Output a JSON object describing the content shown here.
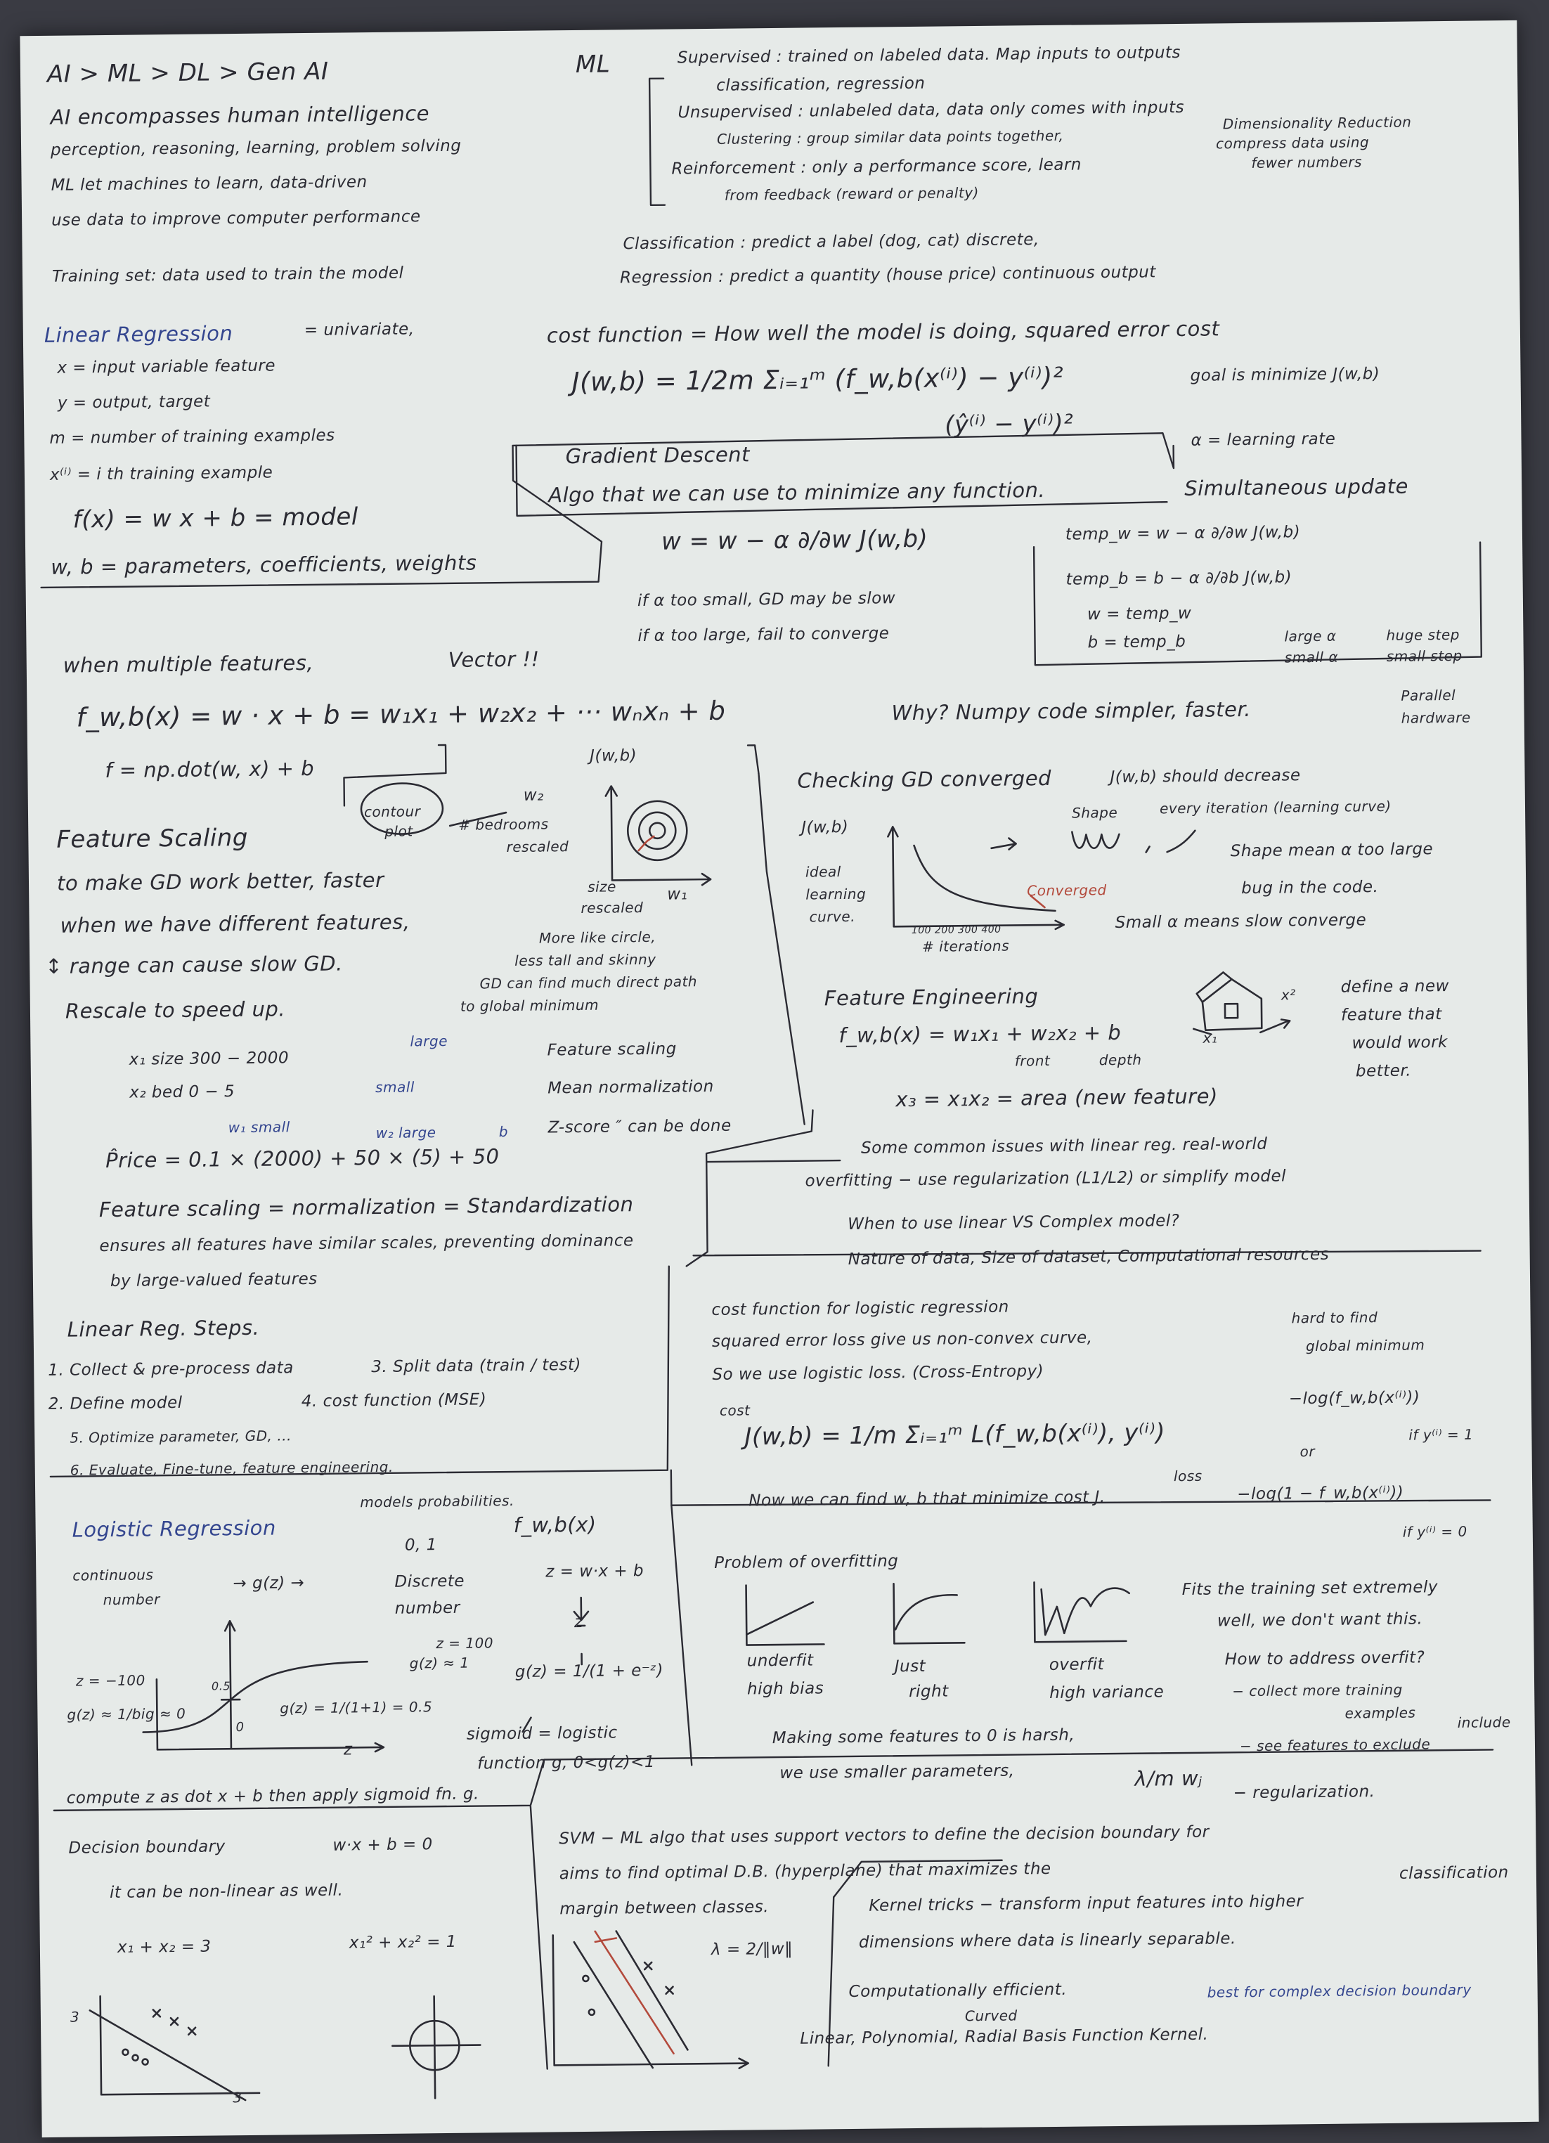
{
  "sections": {
    "intro": {
      "title": "AI > ML > DL > Gen AI",
      "line1": "AI encompasses human intelligence",
      "line2": "perception, reasoning, learning, problem solving",
      "line3": "ML let machines to learn, data-driven",
      "line4": "use data to improve computer performance",
      "line5": "Training set: data used to train the model"
    },
    "ml_types": {
      "heading": "ML",
      "supervised": "Supervised : trained on labeled data. Map inputs to outputs",
      "supervised_sub": "classification, regression",
      "unsupervised": "Unsupervised : unlabeled data, data only comes with inputs",
      "clustering": "Clustering : group similar data points together,",
      "dim_red_1": "Dimensionality Reduction",
      "dim_red_2": "compress data using",
      "dim_red_3": "fewer numbers",
      "reinforcement": "Reinforcement : only a performance score, learn",
      "reinforcement_sub": "from feedback (reward or penalty)",
      "classification": "Classification : predict a label (dog, cat) discrete,",
      "regression": "Regression : predict a quantity (house price) continuous output"
    },
    "linear_regression": {
      "title": "Linear Regression",
      "univariate": "= univariate,",
      "x_def": "x = input variable feature",
      "y_def": "y = output, target",
      "m_def": "m = number of training examples",
      "xi_def": "x⁽ⁱ⁾ = i th training example",
      "model": "f(x) = w x + b = model",
      "params": "w, b = parameters, coefficients, weights"
    },
    "cost": {
      "line1": "cost function = How well the model is doing, squared error cost",
      "formula": "J(w,b) = 1/2m Σᵢ₌₁ᵐ (f_w,b(x⁽ⁱ⁾) − y⁽ⁱ⁾)²",
      "goal": "goal is minimize J(w,b)",
      "alt": "(ŷ⁽ⁱ⁾ − y⁽ⁱ⁾)²"
    },
    "gradient_descent": {
      "title": "Gradient Descent",
      "line1": "Algo that we can use to minimize any function.",
      "simultaneous": "Simultaneous update",
      "alpha_def": "α = learning rate",
      "update": "w = w − α ∂/∂w J(w,b)",
      "tmp_w": "temp_w = w − α ∂/∂w J(w,b)",
      "tmp_b": "temp_b = b − α ∂/∂b J(w,b)",
      "assign_w": "w = temp_w",
      "assign_b": "b = temp_b",
      "large_a": "large α",
      "small_a": "small α",
      "huge_step": "huge step",
      "small_step": "small step",
      "too_small": "if α too small, GD may be slow",
      "too_large": "if α too large, fail to converge"
    },
    "multiple": {
      "line1": "when multiple features,",
      "vector": "Vector !!",
      "formula": "f_w,b(x) = w · x + b = w₁x₁ + w₂x₂ + ··· wₙxₙ + b",
      "why": "Why? Numpy code simpler, faster.",
      "parallel_1": "Parallel",
      "parallel_2": "hardware",
      "numpy": "f = np.dot(w, x) + b"
    },
    "contour": {
      "j_label": "J(w,b)",
      "w2": "w₂",
      "contour_1": "contour",
      "contour_2": "plot",
      "bedrooms_1": "# bedrooms",
      "bedrooms_2": "rescaled",
      "size_1": "size",
      "size_2": "rescaled",
      "w1": "w₁",
      "more_1": "More like circle,",
      "more_2": "less tall and skinny",
      "more_3": "GD can find much direct path",
      "more_4": "to global minimum"
    },
    "feature_scaling": {
      "title": "Feature Scaling",
      "line1": "to make GD work better, faster",
      "line2": "when we have different features,",
      "line3": "↕ range can cause slow GD.",
      "line4": "Rescale to speed up.",
      "x1": "x₁ size 300 − 2000",
      "large": "large",
      "x2": "x₂ bed 0 − 5",
      "small": "small",
      "fs2": "Feature scaling",
      "mean_norm": "Mean normalization",
      "zscore": "Z-score  ″  can be done",
      "w1_small": "w₁ small",
      "w2_large": "w₂ large",
      "b": "b",
      "price": "P̂rice = 0.1 × (2000) + 50 × (5) + 50",
      "norm": "Feature scaling = normalization = Standardization",
      "ensures": "ensures all features have similar scales, preventing dominance",
      "by": "by large-valued features"
    },
    "converged": {
      "title": "Checking GD converged",
      "should": "J(w,b) should decrease",
      "every": "every iteration (learning curve)",
      "jlabel": "J(w,b)",
      "ideal_1": "ideal",
      "ideal_2": "learning",
      "ideal_3": "curve.",
      "conv": "Converged",
      "ticks": "100 200 300 400",
      "iterations": "# iterations",
      "shape": "Shape",
      "shape_mean_1": "Shape mean α too large",
      "shape_mean_2": "bug in the code.",
      "small_a": "Small α means slow converge"
    },
    "feature_eng": {
      "title": "Feature Engineering",
      "formula": "f_w,b(x) = w₁x₁ + w₂x₂ + b",
      "front": "front",
      "depth": "depth",
      "x3": "x₃ = x₁x₂ = area (new feature)",
      "define_1": "define a new",
      "define_2": "feature that",
      "define_3": "would work",
      "define_4": "better.",
      "x1": "x₁",
      "x2": "x²"
    },
    "issues": {
      "line1": "Some common issues with linear reg. real-world",
      "overfit": "overfitting − use regularization (L1/L2) or simplify model",
      "when": "When to use linear VS Complex model?",
      "nature": "Nature of data, Size of dataset, Computational resources"
    },
    "steps": {
      "title": "Linear Reg. Steps.",
      "s1": "1. Collect & pre-process data",
      "s3": "3. Split data (train / test)",
      "s2": "2. Define model",
      "s4": "4. cost function (MSE)",
      "s5": "5. Optimize parameter, GD, ...",
      "s6": "6. Evaluate, Fine-tune, feature engineering."
    },
    "logistic_cost": {
      "line1": "cost function for logistic regression",
      "hard_1": "hard to find",
      "hard_2": "global minimum",
      "line2": "squared error loss give us non-convex curve,",
      "line3": "So we use logistic loss. (Cross-Entropy)",
      "cost": "cost",
      "formula": "J(w,b) = 1/m Σᵢ₌₁ᵐ L(f_w,b(x⁽ⁱ⁾), y⁽ⁱ⁾)",
      "loss": "loss",
      "neg1": "−log(f_w,b(x⁽ⁱ⁾))",
      "if1": "if y⁽ⁱ⁾ = 1",
      "or": "or",
      "neg0": "−log(1 − f_w,b(x⁽ⁱ⁾))",
      "if0": "if y⁽ⁱ⁾ = 0",
      "now": "Now we can find w, b that minimize cost J."
    },
    "logistic": {
      "title": "Logistic Regression",
      "models": "models probabilities.",
      "f": "f_w,b(x)",
      "zero_one": "0, 1",
      "continuous_1": "continuous",
      "continuous_2": "number",
      "gz": "→ g(z) →",
      "discrete_1": "Discrete",
      "discrete_2": "number",
      "z_eq": "z = w·x + b",
      "z_down": "z",
      "zneg": "z = −100",
      "gneg": "g(z) ≈ 1/big ≈ 0",
      "zpos": "z = 100",
      "gpos": "g(z) ≈ 1",
      "half": "0.5",
      "zero": "0",
      "g0": "g(z) = 1/(1+1) = 0.5",
      "z_axis": "z",
      "gz_def": "g(z) = 1/(1 + e⁻ᶻ)",
      "sigmoid": "sigmoid = logistic",
      "function": "function g, 0<g(z)<1",
      "compute": "compute z as dot x + b then apply sigmoid fn. g."
    },
    "overfit": {
      "title": "Problem of overfitting",
      "underfit_1": "underfit",
      "underfit_2": "high bias",
      "just_1": "Just",
      "just_2": "right",
      "over_1": "overfit",
      "over_2": "high variance",
      "fits_1": "Fits the training set extremely",
      "fits_2": "well, we don't want this.",
      "how": "How to address overfit?",
      "collect_1": "− collect more training",
      "collect_2": "examples",
      "include": "include",
      "see": "− see features to exclude",
      "making_1": "Making some features to 0 is harsh,",
      "making_2": "we use smaller parameters,",
      "lambda": "λ/m wⱼ",
      "reg": "− regularization."
    },
    "decision": {
      "title": "Decision boundary",
      "eq": "w·x + b = 0",
      "line": "it can be non-linear as well.",
      "lin": "x₁ + x₂ = 3",
      "circ": "x₁² + x₂² = 1",
      "three_y": "3",
      "three_x": "3"
    },
    "svm": {
      "line1": "SVM − ML algo that uses support vectors to define the decision boundary for",
      "line2": "aims to find optimal D.B. (hyperplane) that maximizes the",
      "classification": "classification",
      "line3": "margin between classes.",
      "kernel_1": "Kernel tricks − transform input features into higher",
      "kernel_2": "dimensions where data is linearly separable.",
      "comp": "Computationally efficient.",
      "best": "best for complex decision boundary",
      "curved": "Curved",
      "kernels": "Linear, Polynomial, Radial Basis Function Kernel.",
      "lambda": "λ = 2/‖w‖"
    }
  }
}
